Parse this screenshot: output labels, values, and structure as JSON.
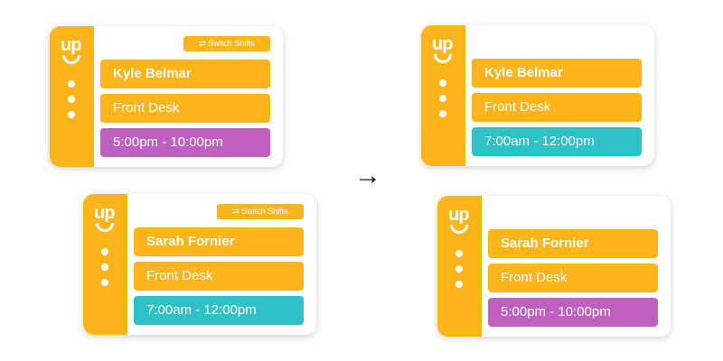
{
  "switch_label": "Switch Shifts",
  "logo": "up",
  "arrow": "→",
  "colors": {
    "brand": "#FBB41A",
    "purple": "#BF5FBF",
    "teal": "#2EC1C6"
  },
  "before": [
    {
      "name": "Kyle Belmar",
      "role": "Front Desk",
      "shift": "5:00pm - 10:00pm"
    },
    {
      "name": "Sarah Fornier",
      "role": "Front Desk",
      "shift": "7:00am - 12:00pm"
    }
  ],
  "after": [
    {
      "name": "Kyle Belmar",
      "role": "Front Desk",
      "shift": "7:00am - 12:00pm"
    },
    {
      "name": "Sarah Fornier",
      "role": "Front Desk",
      "shift": "5:00pm - 10:00pm"
    }
  ]
}
